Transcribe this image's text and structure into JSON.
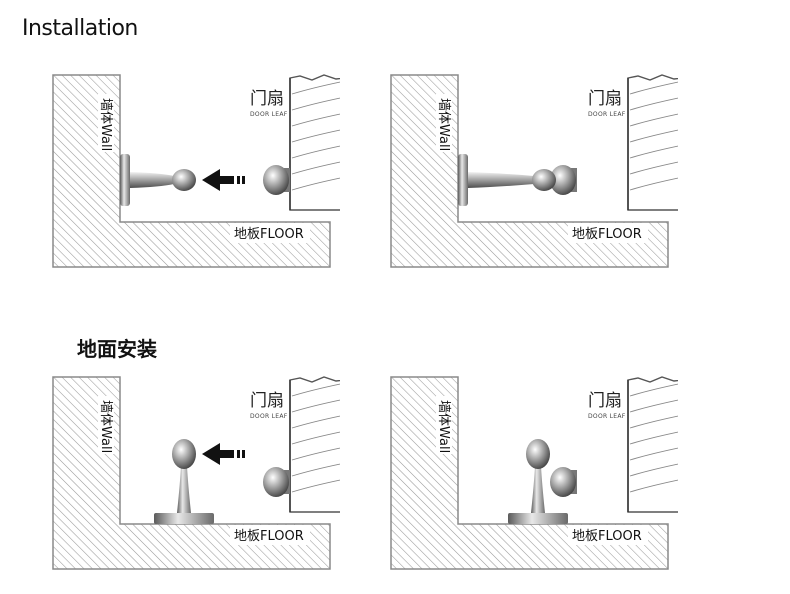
{
  "title": "Installation",
  "floor_section_title": "地面安装",
  "labels": {
    "wall": "墙体Wall",
    "floor": "地板FLOOR",
    "door_cn": "门扇",
    "door_en": "DOOR LEAF"
  },
  "panels": [
    {
      "id": "wall-mount-before",
      "mount": "wall",
      "state": "approaching",
      "arrow": true
    },
    {
      "id": "wall-mount-after",
      "mount": "wall",
      "state": "attached",
      "arrow": false
    },
    {
      "id": "floor-mount-before",
      "mount": "floor",
      "state": "approaching",
      "arrow": true
    },
    {
      "id": "floor-mount-after",
      "mount": "floor",
      "state": "attached",
      "arrow": false
    }
  ]
}
